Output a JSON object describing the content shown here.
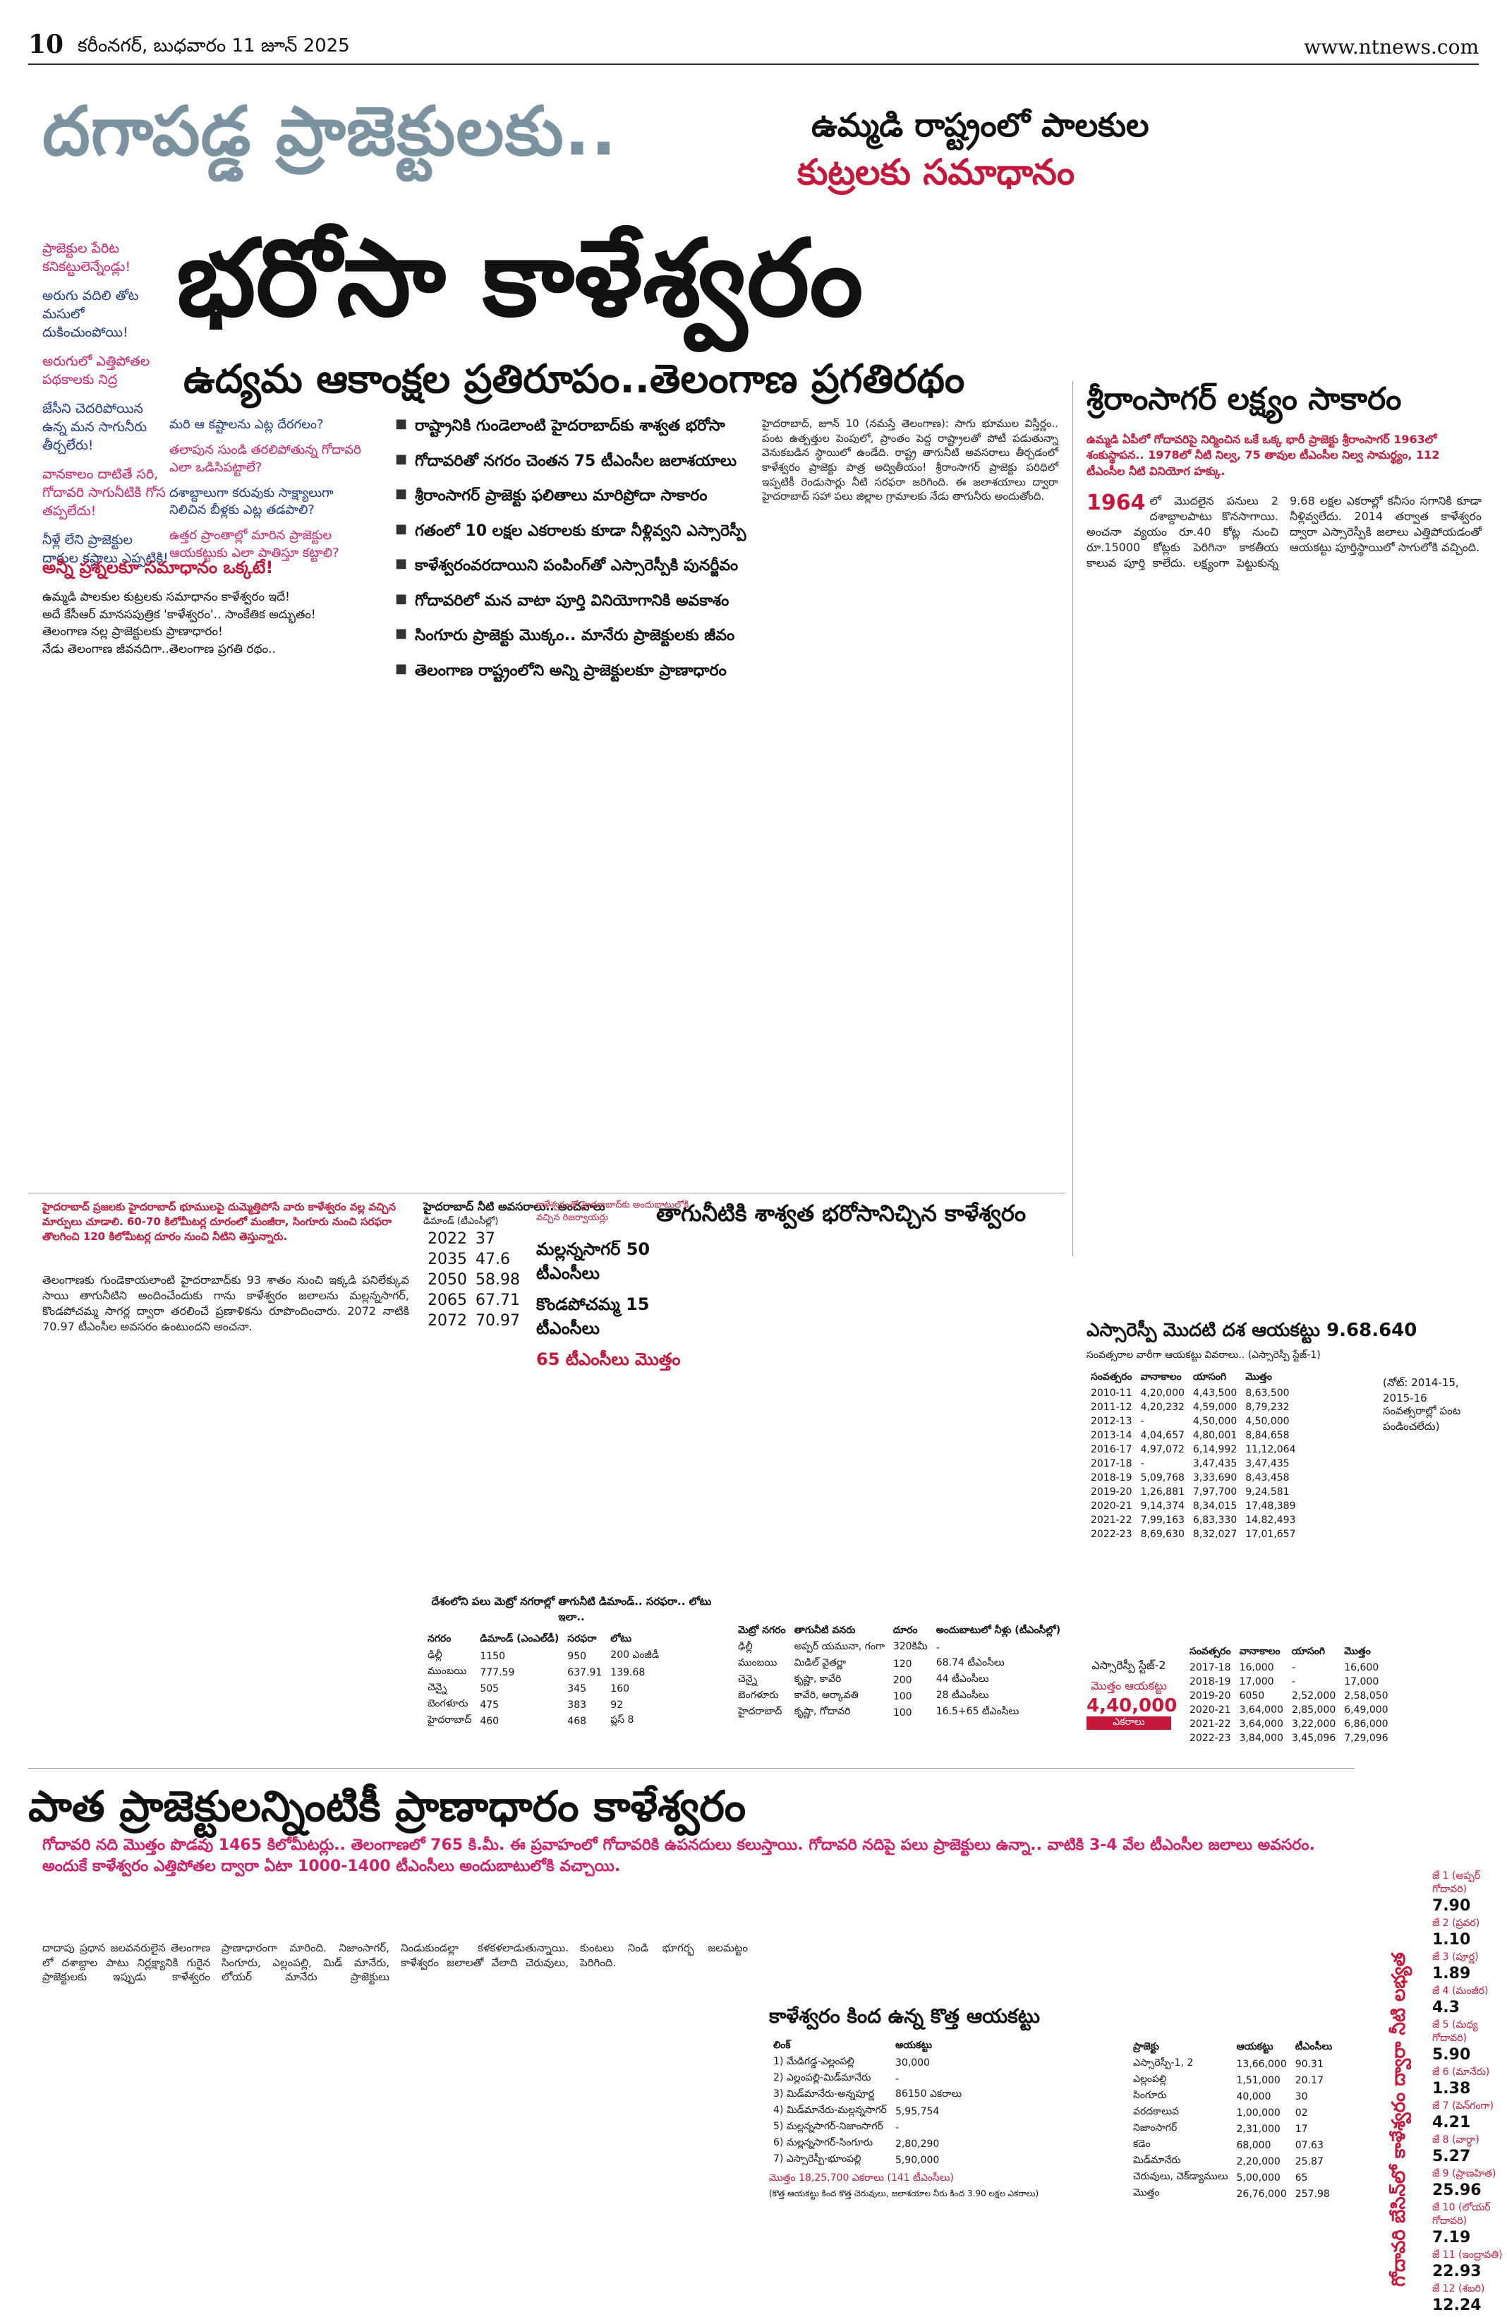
{
  "header": {
    "page_number": "10",
    "dateline": "కరీంనగర్, బుధవారం 11 జూన్ 2025",
    "website": "www.ntnews.com"
  },
  "headline": {
    "kicker": "దగాపడ్డ ప్రాజెక్టులకు..",
    "side1": "ఉమ్మడి రాష్ట్రంలో పాలకుల",
    "side2": "కుట్రలకు సమాధానం",
    "main": "భరోసా కాళేశ్వరం",
    "sub": "ఉద్యమ ఆకాంక్షల ప్రతిరూపం..తెలంగాణ ప్రగతిరథం"
  },
  "left_column": [
    {
      "text": "ప్రాజెక్టుల పేరిట కనికట్టులెన్నేండ్లు!",
      "style": "pink"
    },
    {
      "text": "అరుగు వదిలి తోట మసులో దుకించుంపోయి!",
      "style": "blue"
    },
    {
      "text": "అరుగులో ఎత్తిపోతల పథకాలకు నిద్ర",
      "style": "pink"
    },
    {
      "text": "జేసీని చెదరిపోయిన ఉన్న మన సాగునీరు తీర్చలేరు!",
      "style": "blue"
    },
    {
      "text": "వానకాలం దాటితే సరి, గోదావరి సాగునీటికి గోస తప్పలేదు!",
      "style": "pink"
    },
    {
      "text": "నీళ్లే లేని ప్రాజెక్టుల దారుల కష్టాలు ఎప్పటికి!",
      "style": "blue"
    }
  ],
  "questions": [
    {
      "text": "మరి ఆ కష్టాలను ఎట్ల దేరగలం?",
      "style": "blue"
    },
    {
      "text": "తలాపున సుండి తరలిపోతున్న గోదావరి ఎలా ఒడిసిపట్టాలే?",
      "style": "pink"
    },
    {
      "text": "దశాబ్దాలుగా కరువుకు సాక్ష్యాలుగా నిలిచిన బీళ్లకు ఎట్ల తడపాలి?",
      "style": "blue"
    },
    {
      "text": "ఉత్తర ప్రాంతాల్లో మారిన ప్రాజెక్టుల ఆయకట్టుకు ఎలా పాతిస్తూ కట్టాలి?",
      "style": "pink"
    }
  ],
  "answer_head": "అన్నీ ప్రశ్నలకూ సమాధానం ఒక్కటే!",
  "answer_lines": [
    "ఉమ్మడి పాలకుల కుట్రలకు సమాధానం కాళేశ్వరం ఇదే!",
    "అదే కేసీఆర్ మానసపుత్రిక 'కాళేశ్వరం'.. సాంకేతిక అద్భుతం!",
    "తెలంగాణ నల్ల ప్రాజెక్టులకు ప్రాణాధారం!",
    "నేడు తెలంగాణ జీవనదిగా..తెలంగాణ ప్రగతి రథం.."
  ],
  "bullets": [
    "రాష్ట్రానికి గుండెలాంటి హైదరాబాద్‌కు శాశ్వత భరోసా",
    "గోదావరితో నగరం చెంతన 75 టీఎంసీల జలాశయాలు",
    "శ్రీరాంసాగర్ ప్రాజెక్టు ఫలితాలు మారిప్రోదా సాకారం",
    "గతంలో 10 లక్షల ఎకరాలకు కూడా నీళ్లివ్వని ఎస్సారెస్పీ",
    "కాళేశ్వరంవరదాయిని పంపింగ్‌తో ఎస్సారెస్పీకి పునర్జీవం",
    "గోదావరిలో మన వాటా పూర్తి వినియోగానికి అవకాశం",
    "సింగూరు ప్రాజెక్టు మొక్కం.. మానేరు ప్రాజెక్టులకు జీవం",
    "తెలంగాణ రాష్ట్రంలోని అన్ని ప్రాజెక్టులకూ ప్రాణాధారం"
  ],
  "center_body": "హైదరాబాద్, జూన్ 10 (నమస్తే తెలంగాణ): సాగు భూముల విస్తీర్ణం.. పంట ఉత్పత్తుల పెంపులో, ప్రాంతం పెద్ద రాష్ట్రాలతో పోటీ పడుతున్నా వెనుకబడిన స్థాయిలో ఉండేది. రాష్ట్ర తాగునీటి అవసరాలు తీర్చడంలో కాళేశ్వరం ప్రాజెక్టు పాత్ర అద్వితీయం! శ్రీరాంసాగర్ ప్రాజెక్టు పరిధిలో ఇప్పటికీ రెండుసార్లు నీటి సరఫరా జరిగింది. ఈ జలాశయాలు ద్వారా హైదరాబాద్ సహా పలు జిల్లాల గ్రామాలకు నేడు తాగునీరు అందుతోంది.",
  "srsp": {
    "title": "శ్రీరాంసాగర్ లక్ష్యం సాకారం",
    "intro": "ఉమ్మడి ఏపీలో గోదావరిపై నిర్మించిన ఒకే ఒక్క భారీ ప్రాజెక్టు శ్రీరాంసాగర్ 1963లో శంకుస్థాపన.. 1978లో నీటి నిల్వ, 75 తావుల టీఎంసీల నిల్వ సామర్థ్యం, 112 టీఎంసీల నీటి వినియోగ హక్కు.",
    "dropcap": "1964",
    "body": "లో మొదలైన పనులు 2 దశాబ్దాలపాటు కొనసాగాయి. అంచనా వ్యయం రూ.40 కోట్ల నుంచి రూ.15000 కోట్లకు పెరిగినా కాకతీయ కాలువ పూర్తి కాలేదు. లక్ష్యంగా పెట్టుకున్న 9.68 లక్షల ఎకరాల్లో కనీసం సగానికి కూడా నీళ్లివ్వలేదు. 2014 తర్వాత కాళేశ్వరం ద్వారా ఎస్సారెస్పీకి జలాలు ఎత్తిపోయడంతో ఆయకట్టు పూర్తిస్థాయిలో సాగులోకి వచ్చింది."
  },
  "srsp_ayacut": {
    "title": "ఎస్సారెస్పీ మొదటి దశ ఆయకట్టు 9.68.640",
    "subtitle": "సంవత్సరాల వారీగా ఆయకట్టు వివరాలు.. (ఎస్సారెస్పీ స్టేజ్-1)",
    "headers": [
      "సంవత్సరం",
      "వానాకాలం",
      "యాసంగి",
      "మొత్తం"
    ],
    "rows": [
      [
        "2010-11",
        "4,20,000",
        "4,43,500",
        "8,63,500"
      ],
      [
        "2011-12",
        "4,20,232",
        "4,59,000",
        "8,79,232"
      ],
      [
        "2012-13",
        "-",
        "4,50,000",
        "4,50,000"
      ],
      [
        "2013-14",
        "4,04,657",
        "4,80,001",
        "8,84,658"
      ],
      [
        "2016-17",
        "4,97,072",
        "6,14,992",
        "11,12,064"
      ],
      [
        "2017-18",
        "-",
        "3,47,435",
        "3,47,435"
      ],
      [
        "2018-19",
        "5,09,768",
        "3,33,690",
        "8,43,458"
      ],
      [
        "2019-20",
        "1,26,881",
        "7,97,700",
        "9,24,581"
      ],
      [
        "2020-21",
        "9,14,374",
        "8,34,015",
        "17,48,389"
      ],
      [
        "2021-22",
        "7,99,163",
        "6,83,330",
        "14,82,493"
      ],
      [
        "2022-23",
        "8,69,630",
        "8,32,027",
        "17,01,657"
      ]
    ],
    "note": "(నోట్: 2014-15, 2015-16 సంవత్సరాల్లో పంట పండించలేదు)"
  },
  "stage2": {
    "label": "ఎస్సారెస్పీ స్టేజ్-2",
    "total_label": "మొత్తం ఆయకట్టు",
    "total": "4,40,000",
    "unit": "ఎకరాలు",
    "headers": [
      "సంవత్సరం",
      "వానాకాలం",
      "యాసంగి",
      "మొత్తం"
    ],
    "rows": [
      [
        "2017-18",
        "16,000",
        "-",
        "16,600"
      ],
      [
        "2018-19",
        "17,000",
        "-",
        "17,000"
      ],
      [
        "2019-20",
        "6050",
        "2,52,000",
        "2,58,050"
      ],
      [
        "2020-21",
        "3,64,000",
        "2,85,000",
        "6,49,000"
      ],
      [
        "2021-22",
        "3,64,000",
        "3,22,000",
        "6,86,000"
      ],
      [
        "2022-23",
        "3,84,000",
        "3,45,096",
        "7,29,096"
      ]
    ]
  },
  "drinking_water": {
    "title": "తాగునీటికి శాశ్వత భరోసానిచ్చిన కాళేశ్వరం",
    "body": "తెలంగాణకు గుండెకాయలాంటి హైదరాబాద్‌కు 93 శాతం నుంచి ఇక్కడి పనిలేక్కువ సాయి తాగునీటిని అందించేందుకు గాను కాళేశ్వరం జలాలను మల్లన్నసాగర్, కొండపోచమ్మ సాగర్ల ద్వారా తరలించే ప్రణాళికను రూపొందించారు. 2072 నాటికి 70.97 టీఎంసీల అవసరం ఉంటుందని అంచనా.",
    "intro": "హైదరాబాద్ ప్రజలకు హైదరాబాద్ భూములపై దుమ్మెత్తిపోసే వారు కాళేశ్వరం వల్ల వచ్చిన మార్పులు చూడాలి. 60-70 కిలోమీటర్ల దూరంలో మంజీరా, సింగూరు నుంచి సరఫరా తొలగించి 120 కిలోమీటర్ల దూరం నుంచి నీటిని తెస్తున్నారు.",
    "demand_title": "హైదరాబాద్ నీటి అవసరాలు.. అంచనాలు",
    "demand_headers": [
      "డిమాండ్ (టీఎంసీల్లో)"
    ],
    "demand": [
      [
        "2022",
        "37"
      ],
      [
        "2035",
        "47.6"
      ],
      [
        "2050",
        "58.98"
      ],
      [
        "2065",
        "67.71"
      ],
      [
        "2072",
        "70.97"
      ]
    ],
    "source_label": "కాళేశ్వరంతో హైదరాబాద్‌కు అందుబాటులోకి వచ్చిన రిజర్వాయర్లు",
    "mallanna": "మల్లన్నసాగర్ 50 టీఎంసీలు",
    "kondapochamma": "కొండపోచమ్మ 15 టీఎంసీలు",
    "total": "65 టీఎంసీలు మొత్తం",
    "metro_title": "దేశంలోని పలు మెట్రో నగరాల్లో తాగునీటి డిమాండ్.. సరఫరా.. లోటు ఇలా..",
    "metro_headers": [
      "నగరం",
      "డిమాండ్ (ఎంఎల్‌డీ)",
      "సరఫరా",
      "లోటు"
    ],
    "metro_rows": [
      [
        "ఢిల్లీ",
        "1150",
        "950",
        "200 ఎంజీడీ"
      ],
      [
        "ముంబయి",
        "777.59",
        "637.91",
        "139.68"
      ],
      [
        "చెన్నై",
        "505",
        "345",
        "160"
      ],
      [
        "బెంగళూరు",
        "475",
        "383",
        "92"
      ],
      [
        "హైదరాబాద్",
        "460",
        "468",
        "ప్లస్ 8"
      ]
    ],
    "source_headers": [
      "మెట్రో నగరం",
      "తాగునీటి వనరు",
      "దూరం",
      "అందుబాటులో నీళ్లు (టీఎంసీల్లో)"
    ],
    "source_rows": [
      [
        "ఢిల్లీ",
        "అప్పర్ యమునా, గంగా",
        "320కిమీ",
        "-"
      ],
      [
        "ముంబయి",
        "మిడిల్ వైతర్ణా",
        "120",
        "68.74 టీఎంసీలు"
      ],
      [
        "చెన్నై",
        "కృష్ణా, కావేరి",
        "200",
        "44 టీఎంసీలు"
      ],
      [
        "బెంగళూరు",
        "కావేరి, అర్కావతి",
        "100",
        "28 టీఎంసీలు"
      ],
      [
        "హైదరాబాద్",
        "కృష్ణా, గోదావరి",
        "100",
        "16.5+65 టీఎంసీలు"
      ]
    ]
  },
  "bottom": {
    "title": "పాత ప్రాజెక్టులన్నింటికీ ప్రాణాధారం కాళేశ్వరం",
    "intro": "గోదావరి నది మొత్తం పొడవు 1465 కిలోమీటర్లు.. తెలంగాణలో 765 కి.మీ. ఈ ప్రవాహంలో గోదావరికి ఉపనదులు కలుస్తాయి. గోదావరి నదిపై పలు ప్రాజెక్టులు ఉన్నా.. వాటికి 3-4 వేల టీఎంసీల జలాలు అవసరం. అందుకే కాళేశ్వరం ఎత్తిపోతల ద్వారా ఏటా 1000-1400 టీఎంసీలు అందుబాటులోకి వచ్చాయి.",
    "body": "దాదాపు ప్రధాన జలవనరులైన తెలంగాణ లో దశాబ్దాల పాటు నిర్లక్ష్యానికి గురైన ప్రాజెక్టులకు ఇప్పుడు కాళేశ్వరం ప్రాణాధారంగా మారింది. నిజాంసాగర్, సింగూరు, ఎల్లంపల్లి, మిడ్ మానేరు, లోయర్ మానేరు ప్రాజెక్టులు నిండుకుండల్లా కళకళలాడుతున్నాయి. కాళేశ్వరం జలాలతో వేలాది చెరువులు, కుంటలు నిండి భూగర్భ జలమట్టం పెరిగింది.",
    "ayacut_title": "కాళేశ్వరం కింద ఉన్న కొత్త ఆయకట్టు",
    "ayacut_headers": [
      "లింక్",
      "ఆయకట్టు"
    ],
    "ayacut_rows": [
      [
        "1) మేడిగడ్డ-ఎల్లంపల్లి",
        "30,000"
      ],
      [
        "2) ఎల్లంపల్లి-మిడ్‌మానేరు",
        "-"
      ],
      [
        "3) మిడ్‌మానేరు-అన్నపూర్ణ",
        "86150 ఎకరాలు"
      ],
      [
        "4) మిడ్‌మానేరు-మల్లన్నసాగర్",
        "5,95,754"
      ],
      [
        "5) మల్లన్నసాగర్-నిజాంసాగర్",
        "-"
      ],
      [
        "6) మల్లన్నసాగర్-సింగూరు",
        "2,80,290"
      ],
      [
        "7) ఎస్సారెస్పీ-భూంపల్లి",
        "5,90,000"
      ]
    ],
    "ayacut_total": "మొత్తం 18,25,700 ఎకరాలు (141 టీఎంసీలు)",
    "ayacut_note": "(కొత్త ఆయకట్టు కింద కొత్త చెరువులు, జలాశయాల నీరు కింద 3.90 లక్షల ఎకరాలు)",
    "proj_headers": [
      "ప్రాజెక్టు",
      "ఆయకట్టు",
      "టీఎంసీలు"
    ],
    "proj_rows": [
      [
        "ఎస్సారెస్పీ-1, 2",
        "13,66,000",
        "90.31"
      ],
      [
        "ఎల్లంపల్లి",
        "1,51,000",
        "20.17"
      ],
      [
        "సింగూరు",
        "40,000",
        "30"
      ],
      [
        "వరదకాలువ",
        "1,00,000",
        "02"
      ],
      [
        "నిజాంసాగర్",
        "2,31,000",
        "17"
      ],
      [
        "కడెం",
        "68,000",
        "07.63"
      ],
      [
        "మిడ్‌మానేరు",
        "2,20,000",
        "25.87"
      ],
      [
        "చెరువులు, చెక్‌డ్యాములు",
        "5,00,000",
        "65"
      ],
      [
        "మొత్తం",
        "26,76,000",
        "257.98"
      ]
    ]
  },
  "strip": {
    "title": "గోదావరి బేసిన్‌లో కాళేశ్వరం ద్వారా నీటి లభ్యత",
    "items": [
      {
        "label": "జే 1 (అప్పర్ గోదావరి)",
        "value": "7.90"
      },
      {
        "label": "జే 2 (ప్రవర)",
        "value": "1.10"
      },
      {
        "label": "జే 3 (పూర్ణ)",
        "value": "1.89"
      },
      {
        "label": "జే 4 (మంజీర)",
        "value": "4.3"
      },
      {
        "label": "జే 5 (మధ్య గోదావరి)",
        "value": "5.90"
      },
      {
        "label": "జే 6 (మానేరు)",
        "value": "1.38"
      },
      {
        "label": "జే 7 (పెన్‌గంగా)",
        "value": "4.21"
      },
      {
        "label": "జే 8 (వార్ధా)",
        "value": "5.27"
      },
      {
        "label": "జే 9 (ప్రాణహిత)",
        "value": "25.96"
      },
      {
        "label": "జే 10 (లోయర్ గోదావరి)",
        "value": "7.19"
      },
      {
        "label": "జే 11 (ఇంద్రావతి)",
        "value": "22.93"
      },
      {
        "label": "జే 12 (శబరి)",
        "value": "12.24"
      }
    ]
  },
  "colors": {
    "accent": "#c6183a",
    "pink": "#d21f6a",
    "grey_kicker": "#7b93a1",
    "blue": "#1b3a8c"
  }
}
